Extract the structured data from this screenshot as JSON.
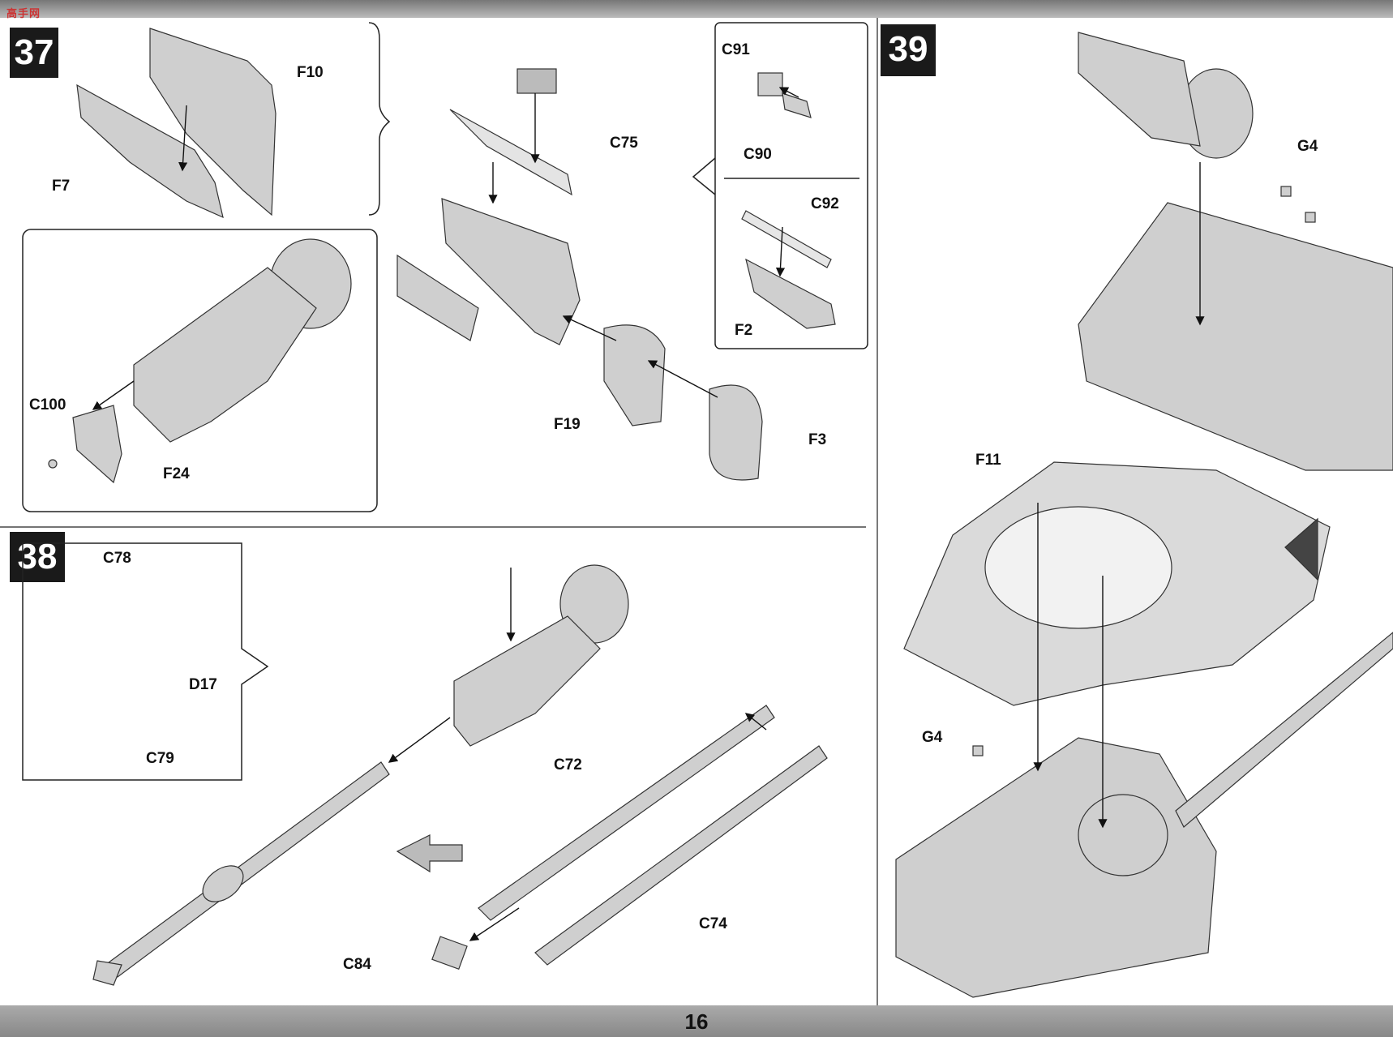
{
  "watermark": "高手网",
  "page_number": "16",
  "steps": [
    {
      "number": "37"
    },
    {
      "number": "38"
    },
    {
      "number": "39"
    }
  ],
  "step37": {
    "labels": [
      "F10",
      "F7",
      "C75",
      "C91",
      "C90",
      "C92",
      "F2",
      "C100",
      "F24",
      "F19",
      "F3"
    ]
  },
  "step38": {
    "labels": [
      "C78",
      "D17",
      "C79",
      "C72",
      "C74",
      "C84"
    ]
  },
  "step39": {
    "labels": [
      "G4",
      "F11",
      "G4"
    ]
  }
}
